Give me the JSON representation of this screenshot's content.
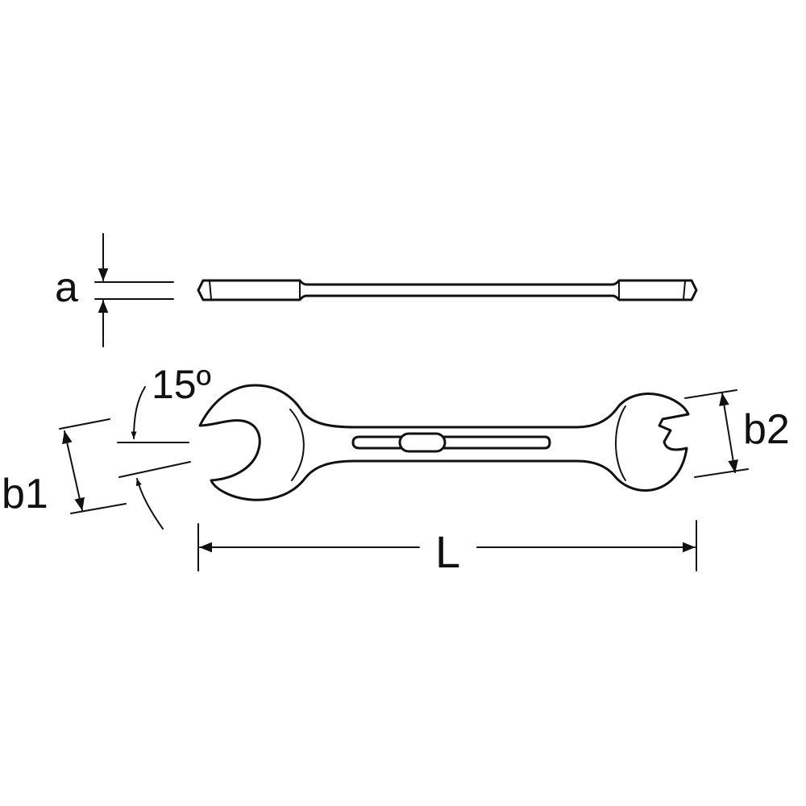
{
  "diagram": {
    "labels": {
      "thickness": "a",
      "jaw_width_left": "b1",
      "jaw_width_right": "b2",
      "length": "L",
      "offset_angle": "15º"
    },
    "colors": {
      "stroke": "#111111",
      "background": "#ffffff"
    }
  }
}
